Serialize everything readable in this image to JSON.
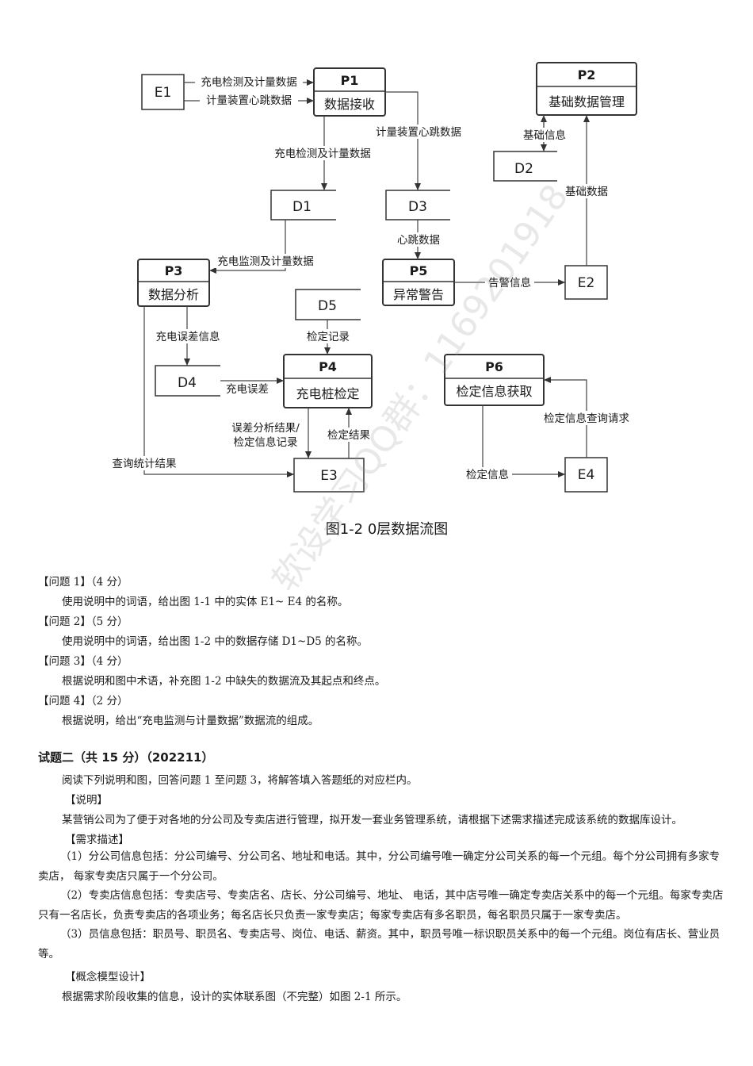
{
  "diagram": {
    "caption": "图1-2  0层数据流图",
    "entities": {
      "e1": "E1",
      "e2": "E2",
      "e3": "E3",
      "e4": "E4"
    },
    "processes": {
      "p1": {
        "id": "P1",
        "name": "数据接收"
      },
      "p2": {
        "id": "P2",
        "name": "基础数据管理"
      },
      "p3": {
        "id": "P3",
        "name": "数据分析"
      },
      "p4": {
        "id": "P4",
        "name": "充电桩检定"
      },
      "p5": {
        "id": "P5",
        "name": "异常警告"
      },
      "p6": {
        "id": "P6",
        "name": "检定信息获取"
      }
    },
    "stores": {
      "d1": "D1",
      "d2": "D2",
      "d3": "D3",
      "d4": "D4",
      "d5": "D5"
    },
    "flows": {
      "e1_p1_charge": "充电检测及计量数据",
      "e1_p1_heartbeat": "计量装置心跳数据",
      "p1_d3": "计量装置心跳数据",
      "p1_d1": "充电检测及计量数据",
      "d3_p5": "心跳数据",
      "d1_p3": "充电监测及计量数据",
      "p5_e2": "告警信息",
      "e2_p2": "基础数据",
      "p2_d2": "基础信息",
      "d5_p4": "检定记录",
      "p3_d4": "充电误差信息",
      "d4_p4": "充电误差",
      "p4_e3_l1": "误差分析结果/",
      "p4_e3_l2": "检定信息记录",
      "e3_p4": "检定结果",
      "p3_e3": "查询统计结果",
      "e4_p6": "检定信息查询请求",
      "p6_e4": "检定信息"
    }
  },
  "watermark": "软设学习QQ群：1169201918",
  "questions": [
    {
      "title": "【问题 1】（4 分）",
      "body": "使用说明中的词语，给出图 1-1 中的实体 E1~ E4 的名称。"
    },
    {
      "title": "【问题 2】（5 分）",
      "body": "使用说明中的词语，给出图 1-2 中的数据存储 D1~D5 的名称。"
    },
    {
      "title": "【问题 3】（4 分）",
      "body": "根据说明和图中术语，补充图 1-2 中缺失的数据流及其起点和终点。"
    },
    {
      "title": "【问题 4】（2 分）",
      "body": "根据说明，给出“充电监测与计量数据”数据流的组成。"
    }
  ],
  "section2": {
    "title": "试题二（共 15 分）（202211）",
    "intro": "阅读下列说明和图，回答问题 1 至问题 3，将解答填入答题纸的对应栏内。",
    "explain_label": "【说明】",
    "explain": "某营销公司为了便于对各地的分公司及专卖店进行管理，拟开发一套业务管理系统，请根据下述需求描述完成该系统的数据库设计。",
    "req_label": "【需求描述】",
    "req1": "（1）分公司信息包括：分公司编号、分公司名、地址和电话。其中，分公司编号唯一确定分公司关系的每一个元组。每个分公司拥有多家专卖店，  每家专卖店只属于一个分公司。",
    "req2": "（2）专卖店信息包括：专卖店号、专卖店名、店长、分公司编号、地址、  电话，其中店号唯一确定专卖店关系中的每一个元组。每家专卖店只有一名店长，负责专卖店的各项业务；每名店长只负责一家专卖店；每家专卖店有多名职员，每名职员只属于一家专卖店。",
    "req3": "（3）员信息包括：职员号、职员名、专卖店号、岗位、电话、薪资。其中，职员号唯一标识职员关系中的每一个元组。岗位有店长、营业员等。",
    "concept_label": "【概念模型设计】",
    "concept": "根据需求阶段收集的信息，设计的实体联系图（不完整）如图 2-1 所示。"
  }
}
